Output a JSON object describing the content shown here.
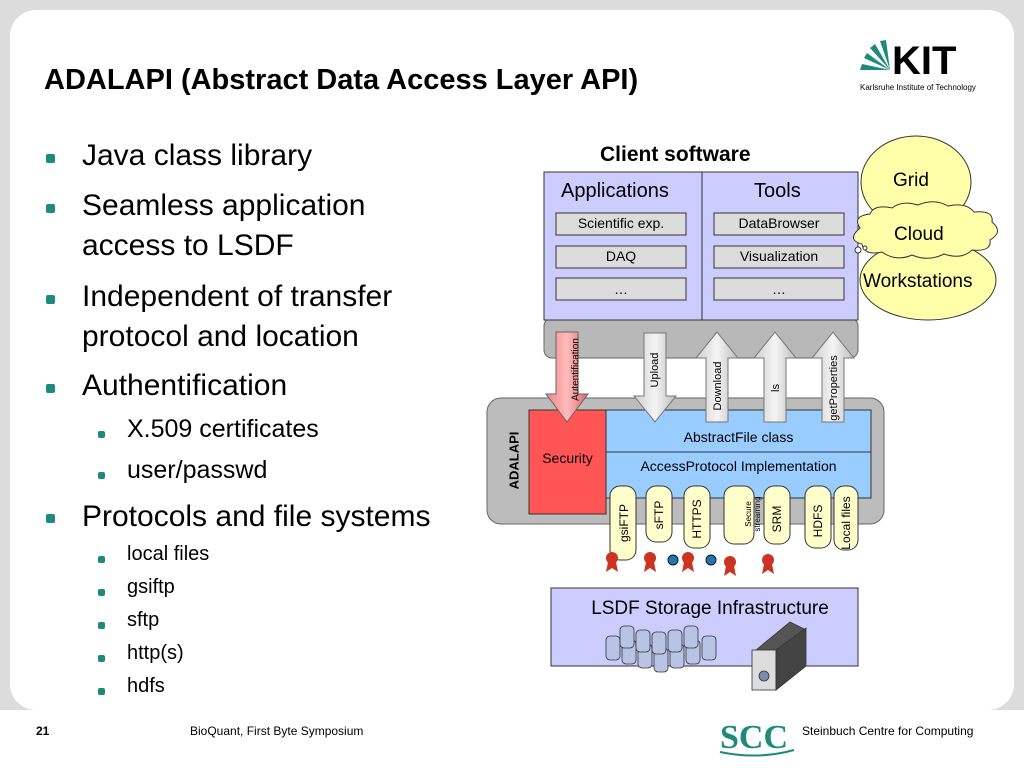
{
  "slide": {
    "title": "ADALAPI (Abstract Data Access Layer API)",
    "logo_text": "KIT",
    "logo_subtitle": "Karlsruhe Institute of Technology"
  },
  "bullets": {
    "b1": "Java class library",
    "b2_line1": "Seamless application",
    "b2_line2": "access to LSDF",
    "b3_line1": "Independent of transfer",
    "b3_line2": "protocol and location",
    "b4": "Authentification",
    "b4_sub1": "X.509 certificates",
    "b4_sub2": "user/passwd",
    "b5": "Protocols and file systems",
    "b5_sub": [
      "local files",
      "gsiftp",
      "sftp",
      "http(s)",
      "hdfs"
    ]
  },
  "diagram": {
    "client_software": "Client software",
    "applications": "Applications",
    "tools": "Tools",
    "app_items": [
      "Scientific exp.",
      "DAQ",
      "…"
    ],
    "tool_items": [
      "DataBrowser",
      "Visualization",
      "…"
    ],
    "clouds": {
      "grid": "Grid",
      "cloud": "Cloud",
      "workstations": "Workstations"
    },
    "arrows": [
      "Autentification",
      "Upload",
      "Download",
      "ls",
      "getProperties"
    ],
    "adalapi_label": "ADALAPI",
    "security": "Security",
    "abstract_file": "AbstractFile class",
    "access_protocol": "AccessProtocol Implementation",
    "protocols": [
      "gsiFTP",
      "sFTP",
      "HTTPS",
      "Secure streaming",
      "SRM",
      "HDFS",
      "Local files"
    ],
    "storage": "LSDF Storage Infrastructure"
  },
  "footer": {
    "page": "21",
    "event": "BioQuant, First Byte Symposium",
    "scc_logo": "SCC",
    "centre": "Steinbuch Centre for Computing"
  },
  "colors": {
    "accent": "#1d8a7b",
    "client_box": "#ccccff",
    "blue_layer": "#99ccff",
    "security_red": "#ff5555",
    "cloud_yellow": "#ffffaa"
  }
}
